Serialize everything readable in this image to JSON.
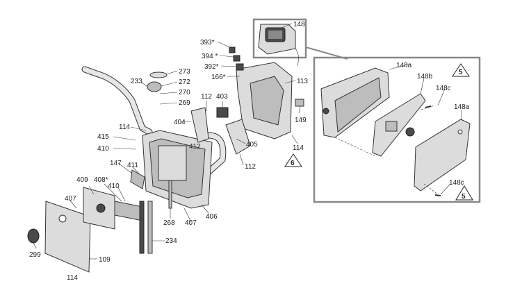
{
  "labels": {
    "p148": "148",
    "p393": "393*",
    "p394": "394 *",
    "p392": "392*",
    "p166": "166*",
    "p113": "113",
    "p273": "273",
    "p233": "233",
    "p272": "272",
    "p270": "270",
    "p269": "269",
    "p112a": "112",
    "p403": "403",
    "p114a": "114",
    "p404": "404",
    "p415": "415",
    "p410a": "410",
    "p412": "412",
    "p405": "405",
    "p149": "149",
    "p114b": "114",
    "p6": "6",
    "p112b": "112",
    "p147": "147",
    "p411": "411",
    "p409": "409",
    "p408": "408*",
    "p410b": "410",
    "p407a": "407",
    "p268": "268",
    "p407b": "407",
    "p406": "406",
    "p234": "234",
    "p299": "299",
    "p109": "109",
    "p114c": "114",
    "p148a1": "148a",
    "p5a": "5",
    "p148b": "148b",
    "p148c1": "148c",
    "p148a2": "148a",
    "p148c2": "148c",
    "p5b": "5"
  }
}
